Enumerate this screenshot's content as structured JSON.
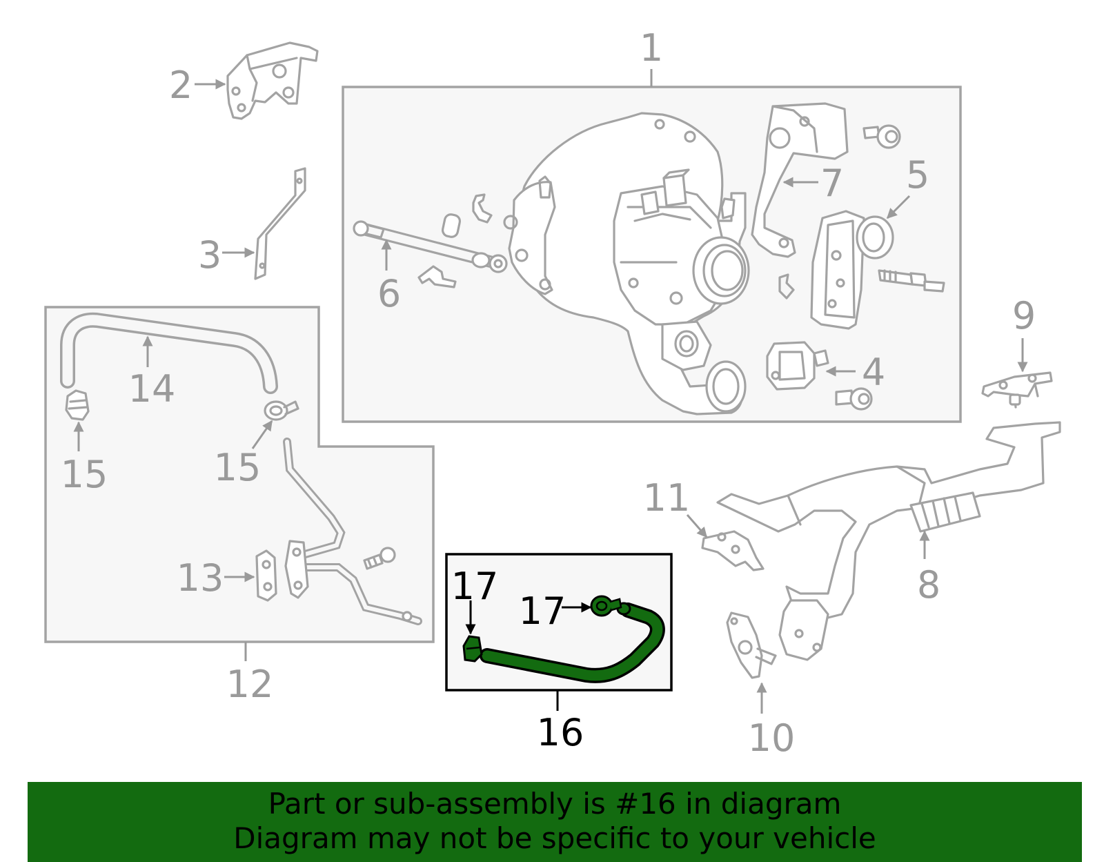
{
  "callouts": {
    "c1": "1",
    "c2": "2",
    "c3": "3",
    "c4": "4",
    "c5": "5",
    "c6": "6",
    "c7": "7",
    "c8": "8",
    "c9": "9",
    "c10": "10",
    "c11": "11",
    "c12": "12",
    "c13": "13",
    "c14": "14",
    "c15a": "15",
    "c15b": "15",
    "c16": "16",
    "c17a": "17",
    "c17b": "17"
  },
  "highlight": {
    "part_number": "16",
    "color": "#136b10",
    "outline": "#000000"
  },
  "colors": {
    "part_line": "#a3a3a3",
    "box_fill": "#f7f7f7",
    "banner": "#136b10"
  },
  "banner": {
    "line1": "Part or sub-assembly is #16 in diagram",
    "line2": "Diagram may not be specific to your vehicle"
  }
}
